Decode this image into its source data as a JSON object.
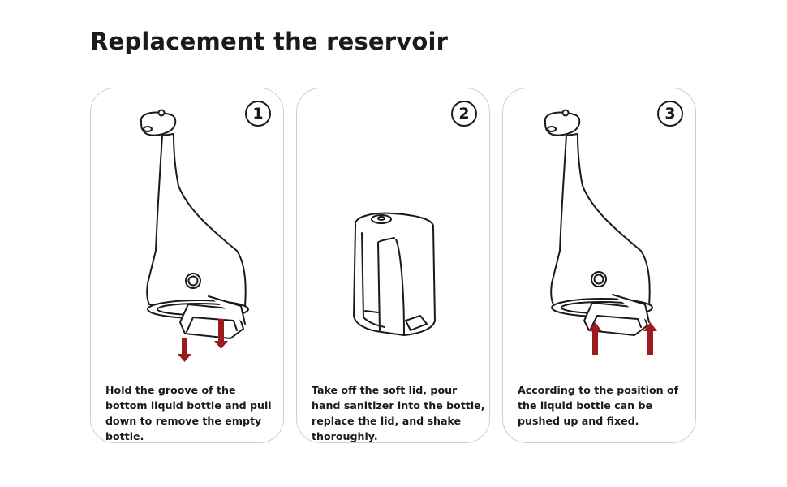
{
  "title": "Replacement the reservoir",
  "steps": [
    {
      "number": "1",
      "caption": "Hold the groove of the bottom liquid bottle and pull down to remove the empty bottle.",
      "arrow_direction": "down"
    },
    {
      "number": "2",
      "caption": "Take off the soft lid, pour hand sanitizer into the bottle, replace the lid, and shake thoroughly."
    },
    {
      "number": "3",
      "caption": "According to the position of the liquid bottle can be pushed up and fixed.",
      "arrow_direction": "up"
    }
  ],
  "colors": {
    "arrow": "#9b1b20",
    "outline": "#1a1a1a",
    "card_border": "#cfcfcf"
  }
}
